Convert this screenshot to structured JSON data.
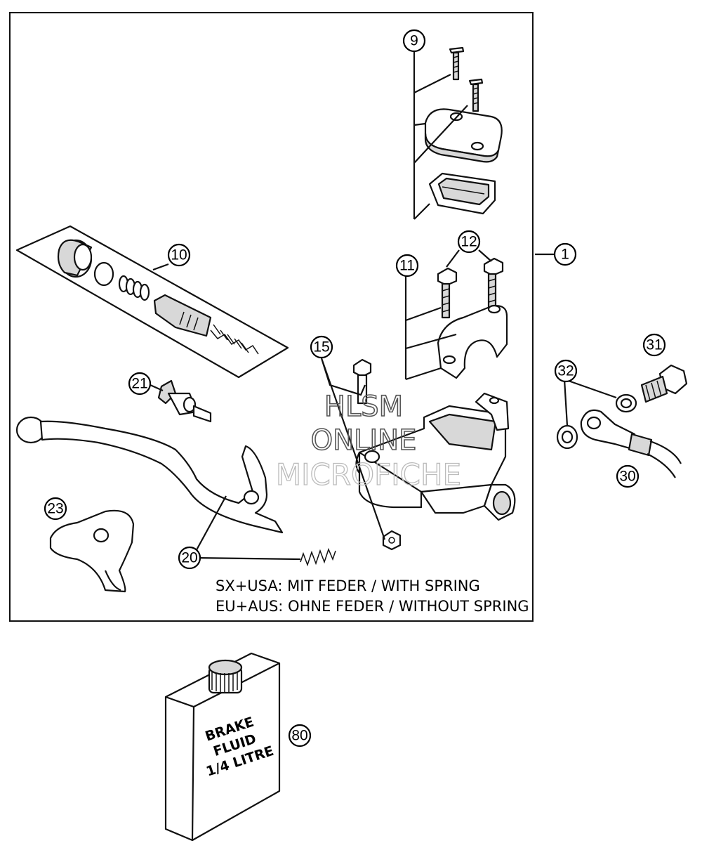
{
  "callouts": [
    {
      "id": "c1",
      "text": "1"
    },
    {
      "id": "c9",
      "text": "9"
    },
    {
      "id": "c10",
      "text": "10"
    },
    {
      "id": "c11",
      "text": "11"
    },
    {
      "id": "c12",
      "text": "12"
    },
    {
      "id": "c15",
      "text": "15"
    },
    {
      "id": "c20",
      "text": "20"
    },
    {
      "id": "c21",
      "text": "21"
    },
    {
      "id": "c23",
      "text": "23"
    },
    {
      "id": "c30",
      "text": "30"
    },
    {
      "id": "c31",
      "text": "31"
    },
    {
      "id": "c32",
      "text": "32"
    },
    {
      "id": "c80",
      "text": "80"
    }
  ],
  "notes": {
    "line1": "SX+USA:  MIT FEDER / WITH SPRING",
    "line2": "EU+AUS:  OHNE FEDER / WITHOUT SPRING"
  },
  "watermark": {
    "line1": "HLSM",
    "line2": "ONLINE",
    "line3": "MICROFICHE"
  },
  "can_label": {
    "line1": "BRAKE",
    "line2": "FLUID",
    "line3": "1/4 LITRE"
  },
  "icons": [
    "screw-icon",
    "reservoir-cover-icon",
    "diaphragm-icon",
    "piston-kit-icon",
    "clamp-icon",
    "bolt-icon",
    "master-cylinder-icon",
    "brake-lever-icon",
    "adjuster-icon",
    "lever-guard-icon",
    "spring-icon",
    "banjo-bolt-icon",
    "washer-icon",
    "brake-line-icon",
    "fluid-can-icon"
  ]
}
